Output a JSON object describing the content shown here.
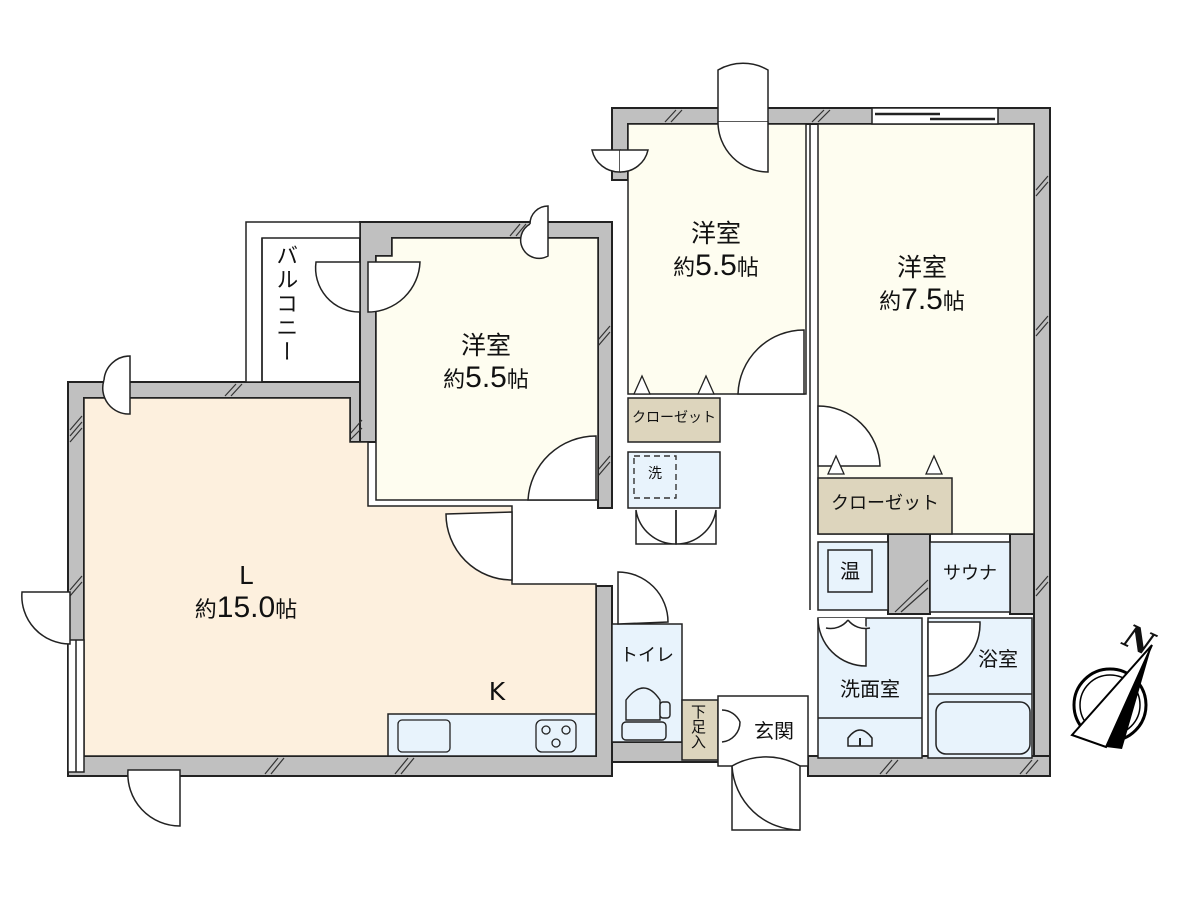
{
  "colors": {
    "wall": "#c0c0c0",
    "outline": "#222222",
    "ldk_floor": "#fdf0de",
    "western_room_floor": "#fefdf0",
    "wet_area_floor": "#e8f3fc",
    "storage_fill": "#ddd5bd",
    "background": "#ffffff"
  },
  "rooms": {
    "western_room_left": {
      "name": "洋室",
      "prefix": "約",
      "size": "5.5",
      "unit": "帖"
    },
    "western_room_center": {
      "name": "洋室",
      "prefix": "約",
      "size": "5.5",
      "unit": "帖"
    },
    "western_room_right": {
      "name": "洋室",
      "prefix": "約",
      "size": "7.5",
      "unit": "帖"
    },
    "ldk": {
      "name": "L",
      "prefix": "約",
      "size": "15.0",
      "unit": "帖",
      "kitchen_label": "K"
    },
    "balcony": {
      "name": "バルコニー"
    },
    "closet_center": {
      "name": "クローゼット"
    },
    "closet_right": {
      "name": "クローゼット"
    },
    "washer": {
      "name": "洗"
    },
    "water_heater": {
      "name": "温"
    },
    "sauna": {
      "name": "サウナ"
    },
    "bathroom": {
      "name": "浴室"
    },
    "washroom": {
      "name": "洗面室"
    },
    "toilet": {
      "name": "トイレ"
    },
    "shoe_storage": {
      "name": "下足入"
    },
    "entrance": {
      "name": "玄関"
    }
  },
  "compass": {
    "label": "N",
    "icon": "north-arrow-icon"
  }
}
